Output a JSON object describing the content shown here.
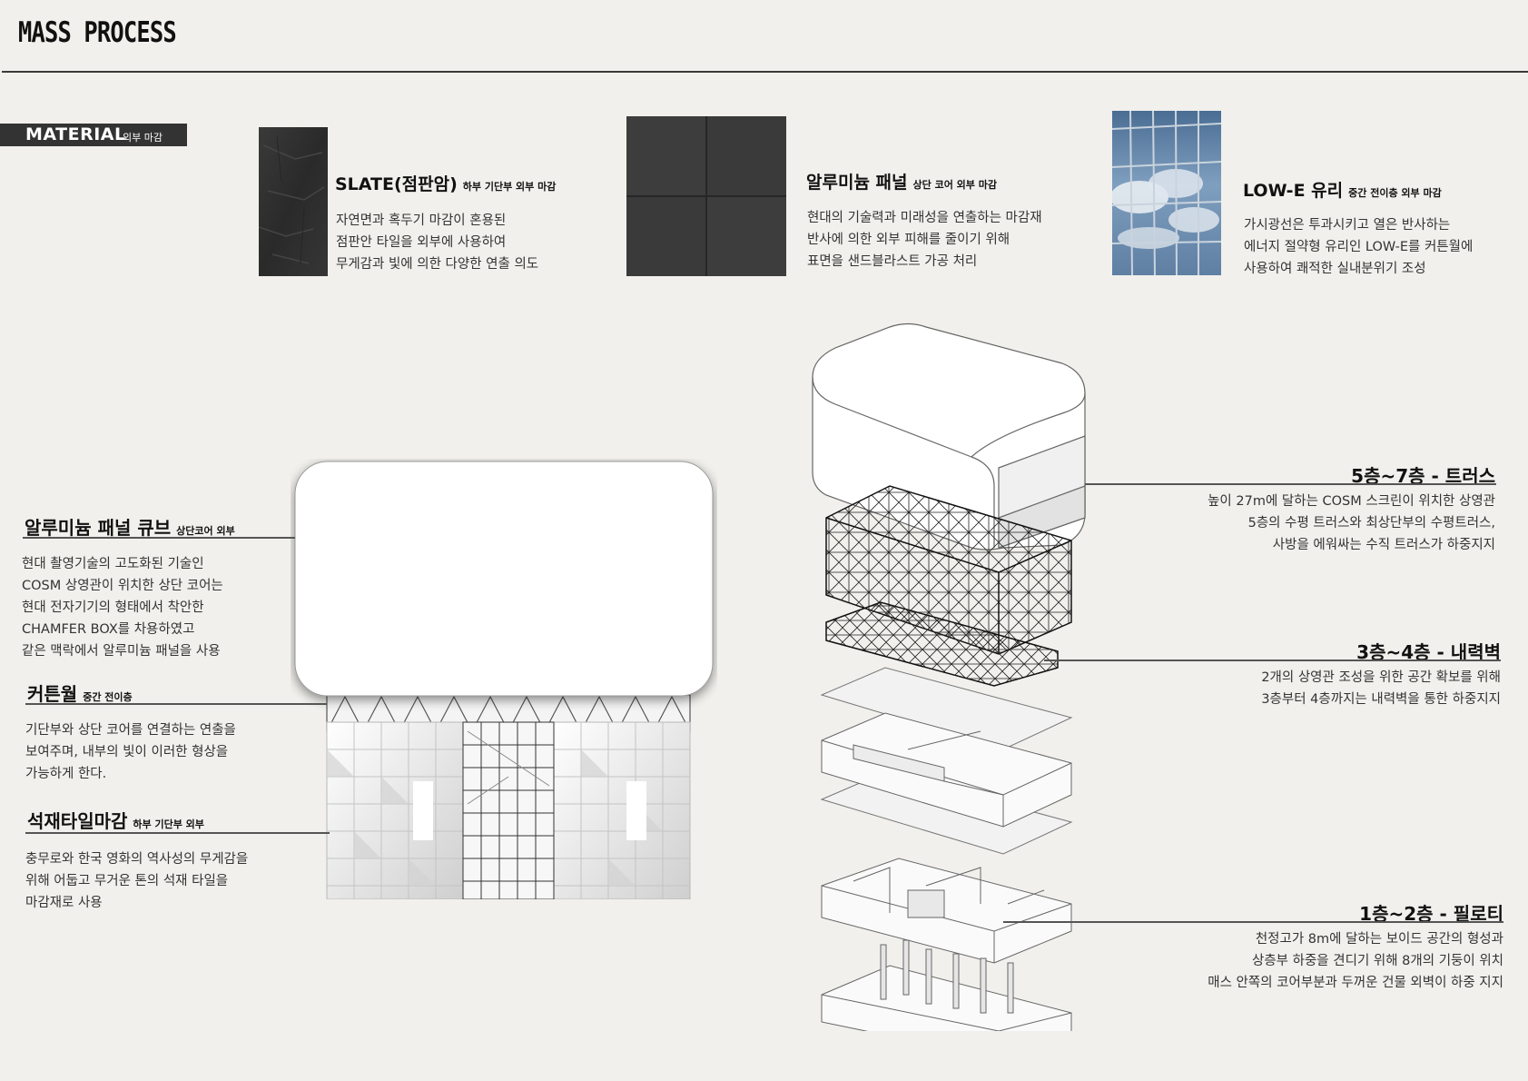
{
  "header": {
    "title": "MASS PROCESS"
  },
  "material": {
    "label": "MATERIAL",
    "sublabel": "외부 마감"
  },
  "materials": [
    {
      "title": "SLATE(점판암)",
      "sub": "하부 기단부 외부 마감",
      "lines": [
        "자연면과 혹두기 마감이 혼용된",
        "점판안 타일을 외부에 사용하여",
        "무게감과 빛에 의한 다양한 연출 의도"
      ]
    },
    {
      "title": "알루미늄 패널",
      "sub": "상단 코어 외부 마감",
      "lines": [
        "현대의 기술력과 미래성을 연출하는 마감재",
        "반사에 의한 외부 피해를 줄이기 위해",
        "표면을 샌드블라스트 가공 처리"
      ]
    },
    {
      "title": "LOW-E 유리",
      "sub": "중간 전이층 외부 마감",
      "lines": [
        "가시광선은 투과시키고 열은 반사하는",
        "에너지 절약형 유리인 LOW-E를 커튼월에",
        "사용하여 쾌적한 실내분위기 조성"
      ]
    }
  ],
  "left_labels": [
    {
      "title": "알루미늄 패널 큐브",
      "sub": "상단코어 외부",
      "lines": [
        "현대 촬영기술의 고도화된 기술인",
        "COSM 상영관이 위치한 상단 코어는",
        "현대 전자기기의 형태에서 착안한",
        "CHAMFER BOX를 차용하였고",
        "같은 맥락에서 알루미늄 패널을 사용"
      ]
    },
    {
      "title": "커튼월",
      "sub": "중간 전이층",
      "lines": [
        "기단부와 상단 코어를 연결하는 연출을",
        "보여주며, 내부의 빛이 이러한 형상을",
        "가능하게 한다."
      ]
    },
    {
      "title": "석재타일마감",
      "sub": "하부 기단부 외부",
      "lines": [
        "충무로와 한국 영화의 역사성의 무게감을",
        "위해 어둡고 무거운 톤의 석재 타일을",
        "마감재로 사용"
      ]
    }
  ],
  "right_labels": [
    {
      "title": "5층~7층 - 트러스",
      "lines": [
        "높이 27m에 달하는 COSM 스크린이 위치한 상영관",
        "5층의 수평 트러스와 최상단부의 수평트러스,",
        "사방을 에워싸는 수직 트러스가 하중지지"
      ]
    },
    {
      "title": "3층~4층 - 내력벽",
      "lines": [
        "2개의 상영관 조성을 위한 공간 확보를 위해",
        "3층부터 4층까지는 내력벽을  통한 하중지지"
      ]
    },
    {
      "title": "1층~2층 - 필로티",
      "lines": [
        "천정고가 8m에 달하는 보이드 공간의 형성과",
        "상층부 하중을 견디기 위해 8개의 기둥이 위치",
        "매스 안쪽의 코어부분과 두꺼운 건물 외벽이 하중 지지"
      ]
    }
  ],
  "colors": {
    "background": "#f1f0ec",
    "badge": "#333333",
    "slate": "#2f2f2f",
    "panel": "#3a3a3a",
    "glass": "#6f8fb0"
  }
}
